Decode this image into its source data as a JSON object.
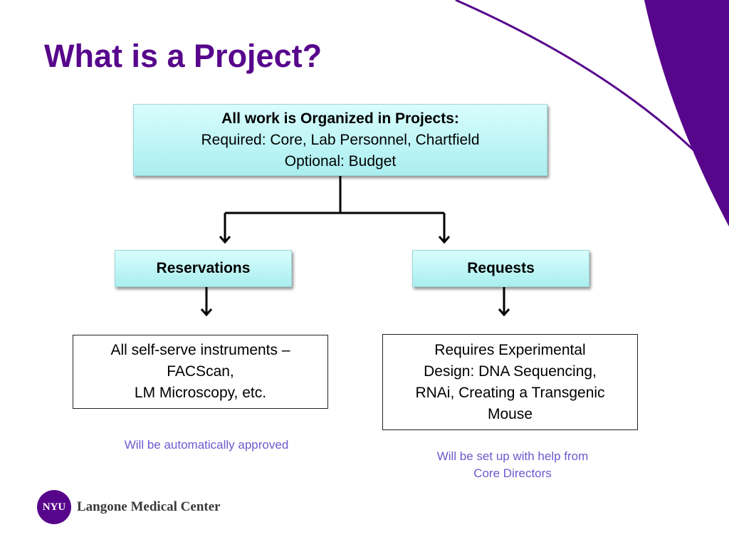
{
  "slide": {
    "title": "What is a Project?",
    "accent_color": "#57068c",
    "note_color": "#6a5acd"
  },
  "diagram": {
    "root": {
      "heading": "All work is Organized in Projects:",
      "line1": "Required: Core, Lab Personnel, Chartfield",
      "line2": "Optional: Budget"
    },
    "branches": [
      {
        "label": "Reservations",
        "description": [
          "All self-serve instruments –",
          "FACScan,",
          "LM Microscopy, etc."
        ],
        "note": [
          "Will be automatically approved"
        ]
      },
      {
        "label": "Requests",
        "description": [
          "Requires Experimental",
          "Design:  DNA Sequencing,",
          "RNAi, Creating a Transgenic",
          "Mouse"
        ],
        "note": [
          "Will be set up with help from",
          "Core Directors"
        ]
      }
    ],
    "edges": [
      {
        "from": "root",
        "to": "Reservations"
      },
      {
        "from": "root",
        "to": "Requests"
      },
      {
        "from": "Reservations",
        "to": "description-left"
      },
      {
        "from": "Requests",
        "to": "description-right"
      }
    ]
  },
  "logo": {
    "seal_text": "NYU",
    "org_name": "Langone Medical Center",
    "icon": "nyu-torch-seal-icon"
  }
}
